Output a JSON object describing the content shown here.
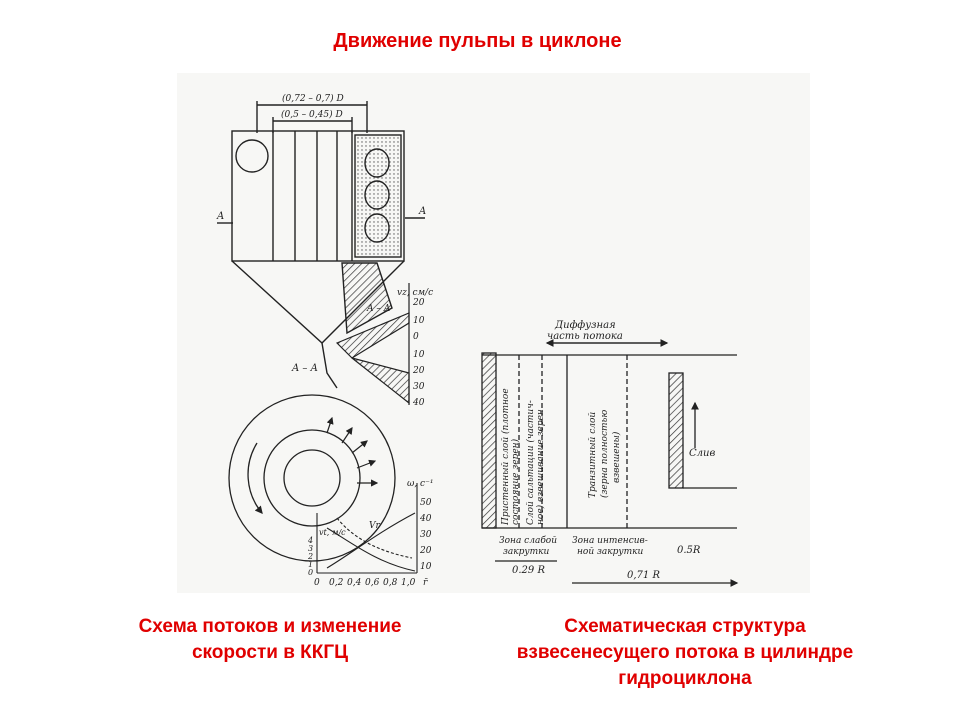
{
  "title": "Движение пульпы в циклоне",
  "captions": {
    "left_line1": "Схема потоков и изменение",
    "left_line2": "скорости в ККГЦ",
    "right_line1": "Схематическая структура",
    "right_line2": "взвесенесущего потока в цилиндре",
    "right_line3": "гидроциклона"
  },
  "diagram_labels": {
    "dim_top": "(0,72 – 0,7) D",
    "dim_inner": "(0,5 – 0,45) D",
    "section_a_left": "A",
    "section_a_right": "A",
    "section_aa_top": "A – A",
    "section_aa_bottom": "A – A",
    "vz_axis": "vz, см/с",
    "vz_ticks": [
      "20",
      "10",
      "0",
      "10",
      "20",
      "30",
      "40"
    ],
    "omega_axis": "ω, с⁻¹",
    "omega_ticks": [
      "50",
      "40",
      "30",
      "20",
      "10"
    ],
    "vt_axis": "vt, м/с",
    "vt_ticks": [
      "4",
      "3",
      "2",
      "1",
      "0"
    ],
    "vr_label": "Vr",
    "r_ticks": [
      "0",
      "0,2",
      "0,4",
      "0,6",
      "0,8",
      "1,0",
      "r̄"
    ]
  },
  "structure_labels": {
    "diffuse_1": "Диффузная",
    "diffuse_2": "часть потока",
    "layer1_a": "Пристенный слой (плотное",
    "layer1_b": "состояние зерен)",
    "layer2_a": "Слой сальтации (частич-",
    "layer2_b": "ное) взвешивание зерен",
    "layer3_a": "Транзитный слой",
    "layer3_b": "(зерна полностью",
    "layer3_c": "взвешены)",
    "drain": "Слив",
    "zone_weak_1": "Зона слабой",
    "zone_weak_2": "закрутки",
    "zone_int_1": "Зона интенсив-",
    "zone_int_2": "ной закрутки",
    "r029": "0.29 R",
    "r071": "0,71 R",
    "r05": "0.5R"
  }
}
